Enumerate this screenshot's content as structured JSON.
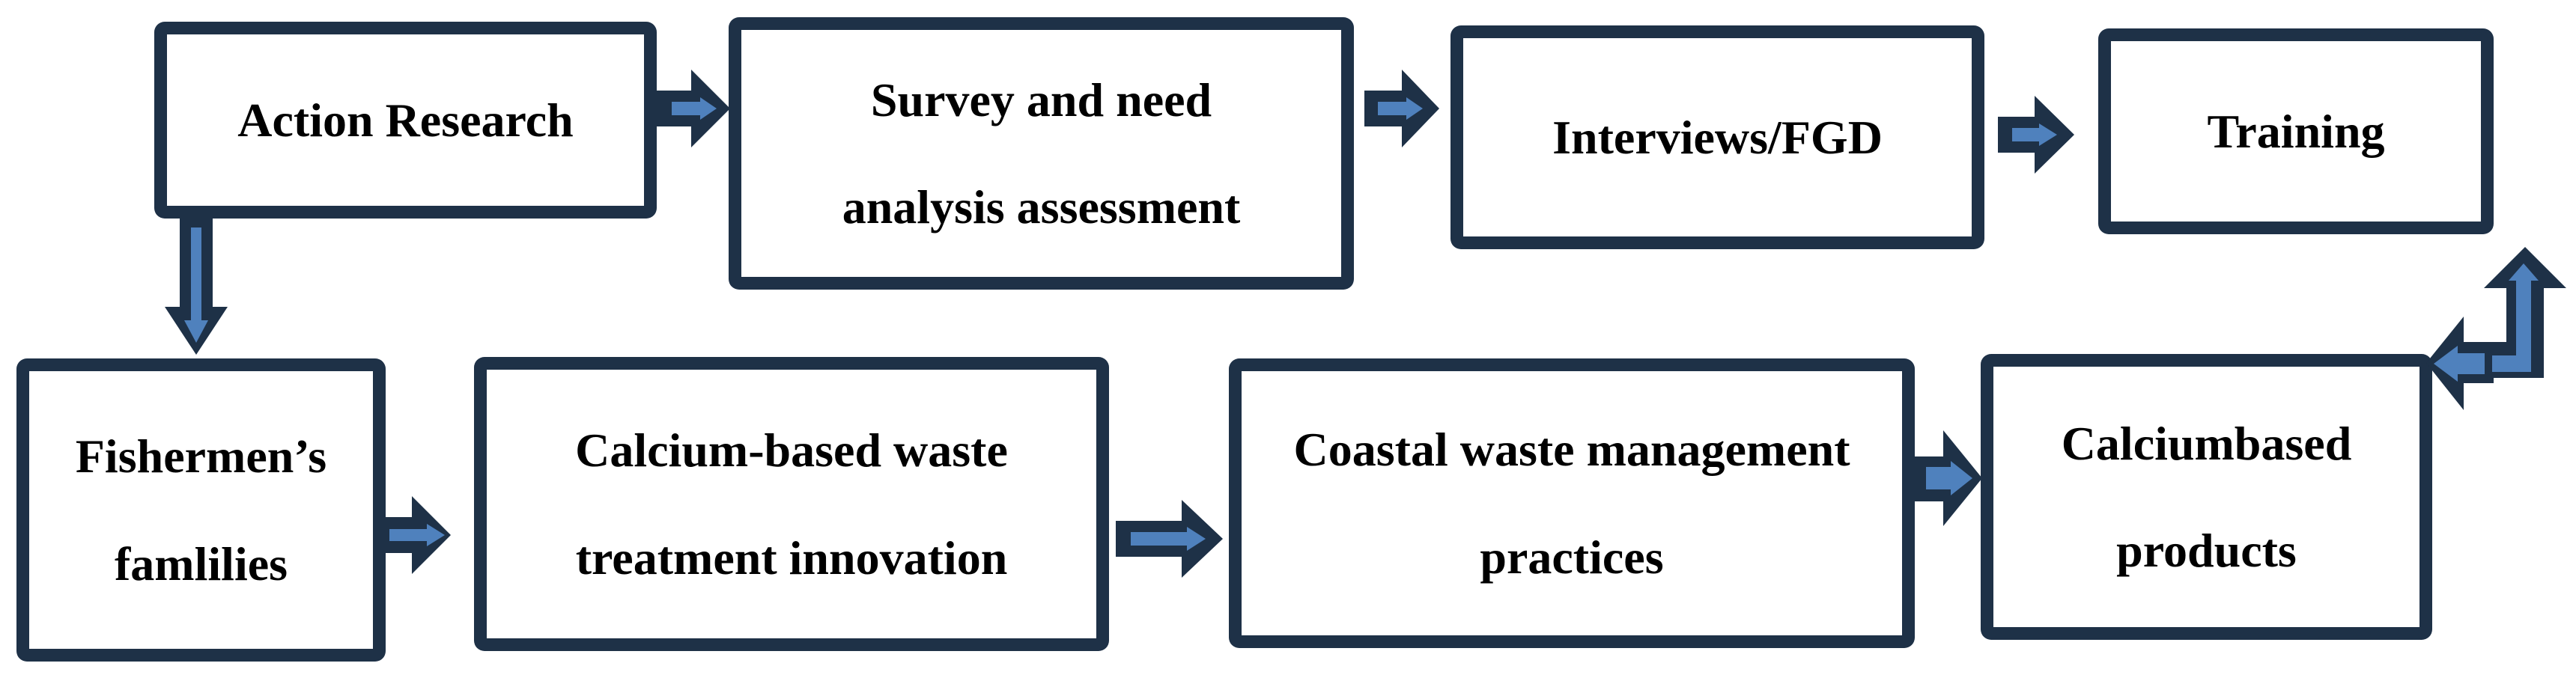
{
  "flowchart": {
    "colors": {
      "outline_navy": "#1e3147",
      "accent_blue": "#4f81bd",
      "box_fill": "#ffffff",
      "text_black": "#000000"
    },
    "boxes": {
      "action": {
        "lines": [
          "Action Research"
        ]
      },
      "survey": {
        "lines": [
          "Survey and need",
          "analysis assessment"
        ]
      },
      "interviews": {
        "lines": [
          "Interviews/FGD"
        ]
      },
      "training": {
        "lines": [
          "Training"
        ]
      },
      "fishermen": {
        "lines": [
          "Fishermen’s",
          "famlilies"
        ]
      },
      "calcium": {
        "lines": [
          "Calcium-based waste",
          "treatment innovation"
        ]
      },
      "coastal": {
        "lines": [
          "Coastal waste management",
          "practices"
        ]
      },
      "products": {
        "lines": [
          "Calciumbased",
          "products"
        ]
      }
    },
    "connections": [
      {
        "from": "action",
        "to": "survey",
        "direction": "right"
      },
      {
        "from": "survey",
        "to": "interviews",
        "direction": "right"
      },
      {
        "from": "interviews",
        "to": "training",
        "direction": "right"
      },
      {
        "from": "action",
        "to": "fishermen",
        "direction": "down"
      },
      {
        "from": "fishermen",
        "to": "calcium",
        "direction": "right"
      },
      {
        "from": "calcium",
        "to": "coastal",
        "direction": "right"
      },
      {
        "from": "coastal",
        "to": "products",
        "direction": "right"
      },
      {
        "from": "products",
        "to": "training",
        "direction": "up-return"
      }
    ]
  }
}
